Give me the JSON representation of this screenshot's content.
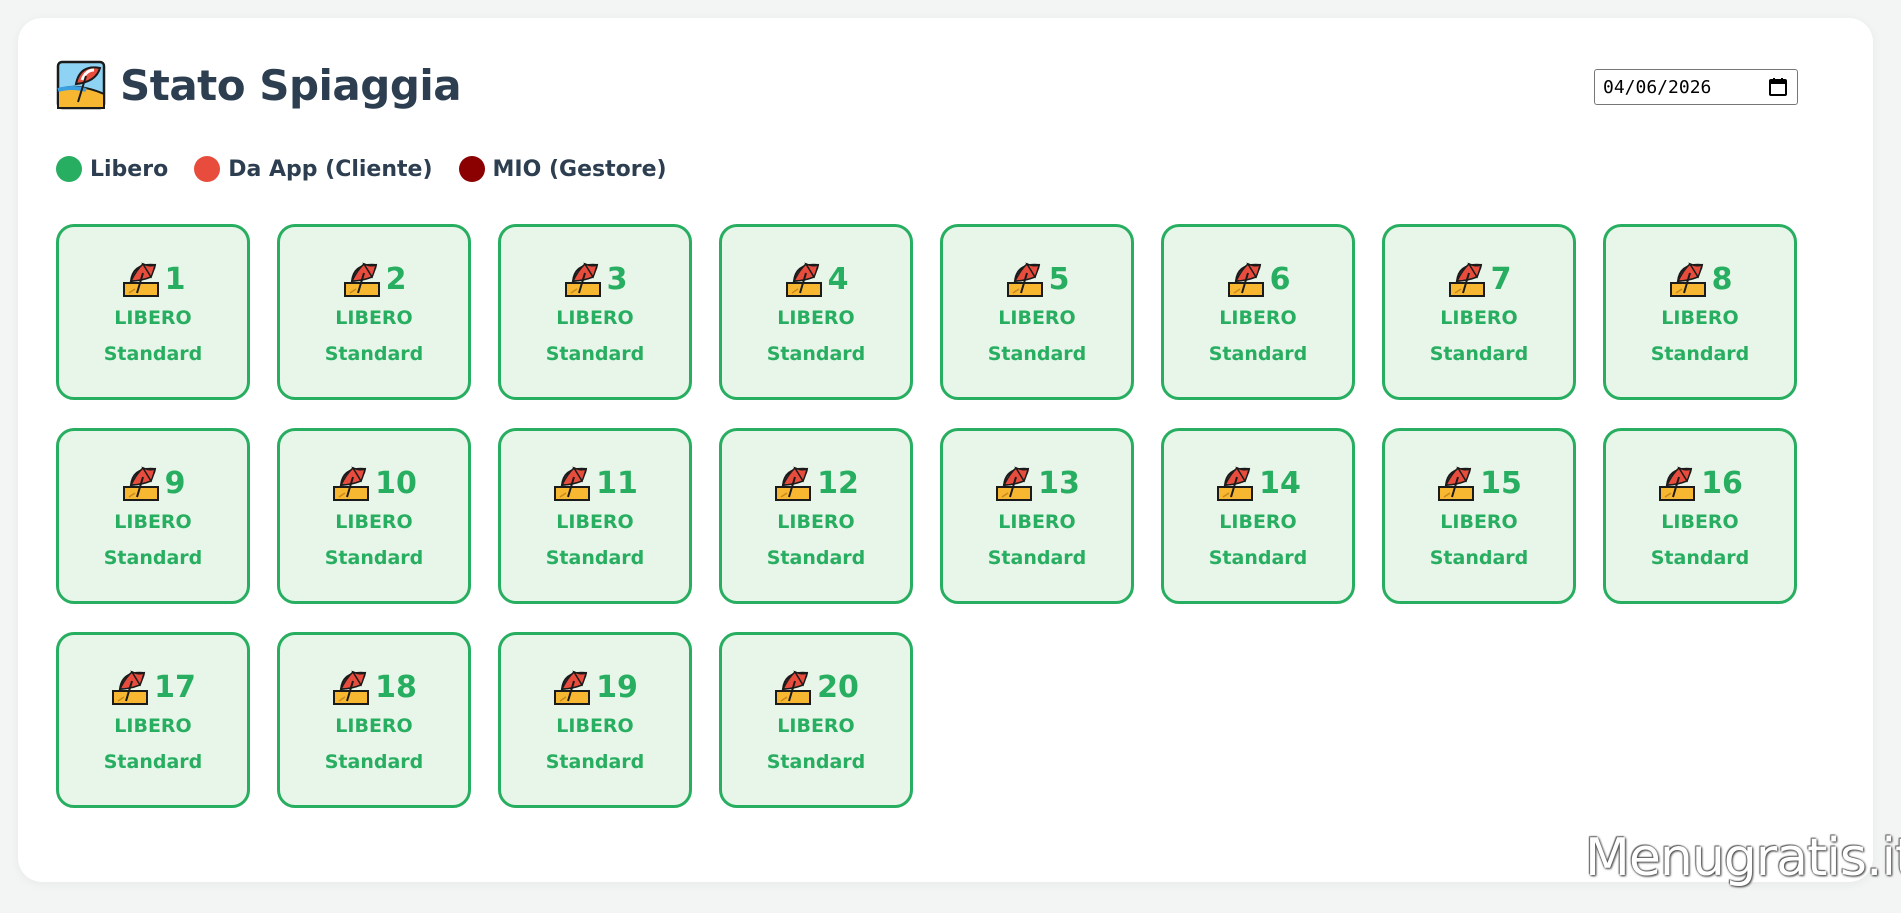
{
  "header": {
    "title": "Stato Spiaggia",
    "icon": "beach-umbrella-icon"
  },
  "date_picker": {
    "value": "04/06/2026",
    "icon": "calendar-icon"
  },
  "legend": [
    {
      "label": "Libero",
      "color": "#27ae60"
    },
    {
      "label": "Da App (Cliente)",
      "color": "#e74c3c"
    },
    {
      "label": "MIO (Gestore)",
      "color": "#8b0000"
    }
  ],
  "spots": [
    {
      "number": "1",
      "status": "LIBERO",
      "type": "Standard"
    },
    {
      "number": "2",
      "status": "LIBERO",
      "type": "Standard"
    },
    {
      "number": "3",
      "status": "LIBERO",
      "type": "Standard"
    },
    {
      "number": "4",
      "status": "LIBERO",
      "type": "Standard"
    },
    {
      "number": "5",
      "status": "LIBERO",
      "type": "Standard"
    },
    {
      "number": "6",
      "status": "LIBERO",
      "type": "Standard"
    },
    {
      "number": "7",
      "status": "LIBERO",
      "type": "Standard"
    },
    {
      "number": "8",
      "status": "LIBERO",
      "type": "Standard"
    },
    {
      "number": "9",
      "status": "LIBERO",
      "type": "Standard"
    },
    {
      "number": "10",
      "status": "LIBERO",
      "type": "Standard"
    },
    {
      "number": "11",
      "status": "LIBERO",
      "type": "Standard"
    },
    {
      "number": "12",
      "status": "LIBERO",
      "type": "Standard"
    },
    {
      "number": "13",
      "status": "LIBERO",
      "type": "Standard"
    },
    {
      "number": "14",
      "status": "LIBERO",
      "type": "Standard"
    },
    {
      "number": "15",
      "status": "LIBERO",
      "type": "Standard"
    },
    {
      "number": "16",
      "status": "LIBERO",
      "type": "Standard"
    },
    {
      "number": "17",
      "status": "LIBERO",
      "type": "Standard"
    },
    {
      "number": "18",
      "status": "LIBERO",
      "type": "Standard"
    },
    {
      "number": "19",
      "status": "LIBERO",
      "type": "Standard"
    },
    {
      "number": "20",
      "status": "LIBERO",
      "type": "Standard"
    }
  ],
  "colors": {
    "free_border": "#27ae60",
    "free_background": "#e8f5e9",
    "title_text": "#2c3e50"
  },
  "watermark": "Menugratis.it"
}
